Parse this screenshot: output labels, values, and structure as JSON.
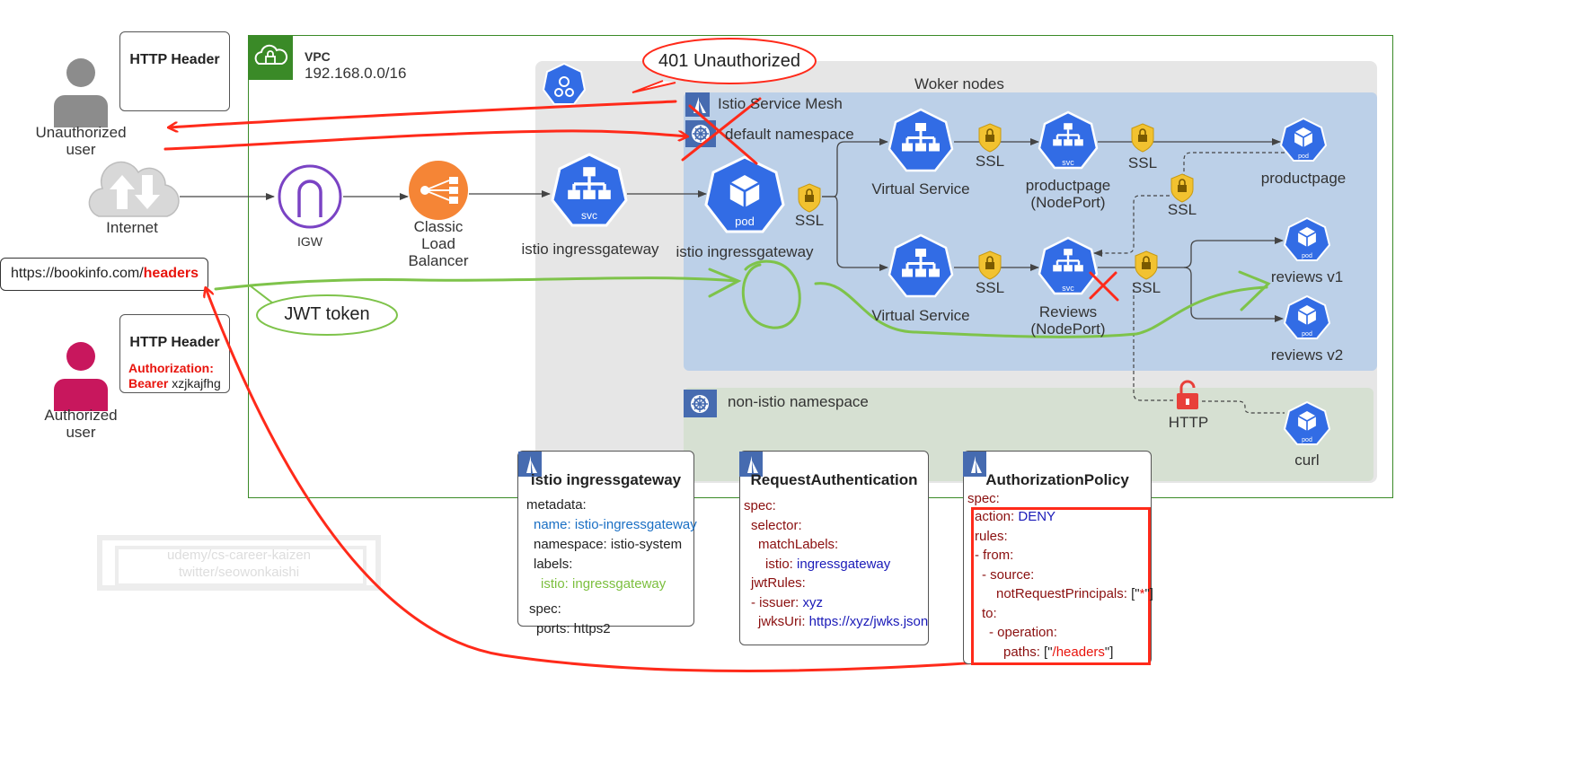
{
  "header_card_top": {
    "title": "HTTP Header"
  },
  "header_card_auth": {
    "title": "HTTP Header",
    "auth_key": "Authorization:",
    "bearer_word": "Bearer",
    "bearer_token": "xzjkajfhg"
  },
  "unauth_user": {
    "line1": "Unauthorized",
    "line2": "user"
  },
  "auth_user": {
    "line1": "Authorized",
    "line2": "user"
  },
  "internet": "Internet",
  "url": {
    "prefix": "https://bookinfo.com/",
    "path": "headers"
  },
  "jwt_callout": "JWT token",
  "unauthorized_callout": "401 Unauthorized",
  "vpc": {
    "title": "VPC",
    "cidr": "192.168.0.0/16"
  },
  "igw": "IGW",
  "clb": {
    "line1": "Classic",
    "line2": "Load",
    "line3": "Balancer"
  },
  "svc_ingress": "istio ingressgateway",
  "pod_ingress": "istio ingressgateway",
  "worker_nodes": "Woker nodes",
  "mesh": "Istio Service Mesh",
  "default_ns": "default namespace",
  "non_istio_ns": "non-istio namespace",
  "vs_top": "Virtual Service",
  "vs_bottom": "Virtual Service",
  "productpage_svc": {
    "line1": "productpage",
    "line2": "(NodePort)"
  },
  "reviews_svc": {
    "line1": "Reviews",
    "line2": "(NodePort)"
  },
  "productpage_pod": "productpage",
  "reviews_v1": "reviews v1",
  "reviews_v2": "reviews v2",
  "curl": "curl",
  "ssl": "SSL",
  "http": "HTTP",
  "icon_svc": "svc",
  "icon_pod": "pod",
  "watermark": {
    "line1": "udemy/cs-career-kaizen",
    "line2": "twitter/seowonkaishi"
  },
  "card_gateway": {
    "title": "istio ingressgateway",
    "metadata": "metadata:",
    "name_key": "name:",
    "name_val": "istio-ingressgateway",
    "ns_key": "namespace:",
    "ns_val": "istio-system",
    "labels_key": "labels:",
    "istio_key": "istio:",
    "istio_val": "ingressgateway",
    "spec": "spec:",
    "ports": "ports: https2"
  },
  "card_reqauth": {
    "title": "RequestAuthentication",
    "spec": "spec:",
    "selector": "selector:",
    "match": "matchLabels:",
    "istio_key": "istio:",
    "istio_val": "ingressgateway",
    "jwt": "jwtRules:",
    "issuer_key": "- issuer:",
    "issuer_val": "xyz",
    "jwks_key": "jwksUri:",
    "jwks_val": "https://xyz/jwks.json"
  },
  "card_authz": {
    "title": "AuthorizationPolicy",
    "spec": "spec:",
    "action_key": "action:",
    "action_val": "DENY",
    "rules": "rules:",
    "from": "- from:",
    "source": "- source:",
    "nrp_key": "notRequestPrincipals:",
    "nrp_open": "[\"",
    "nrp_val": "*",
    "nrp_close": "\"]",
    "to": "to:",
    "operation": "- operation:",
    "paths_key": "paths:",
    "paths_open": "[\"",
    "paths_val": "/headers",
    "paths_close": "\"]"
  },
  "colors": {
    "k8s_blue": "#326ce5",
    "mesh_bg": "#bcd0e8",
    "worker_bg": "#e6e6e6",
    "non_istio_bg": "#d6e0d2",
    "vpc_green": "#3a8a27",
    "red": "#ff2a1a",
    "green": "#7ec34a"
  }
}
